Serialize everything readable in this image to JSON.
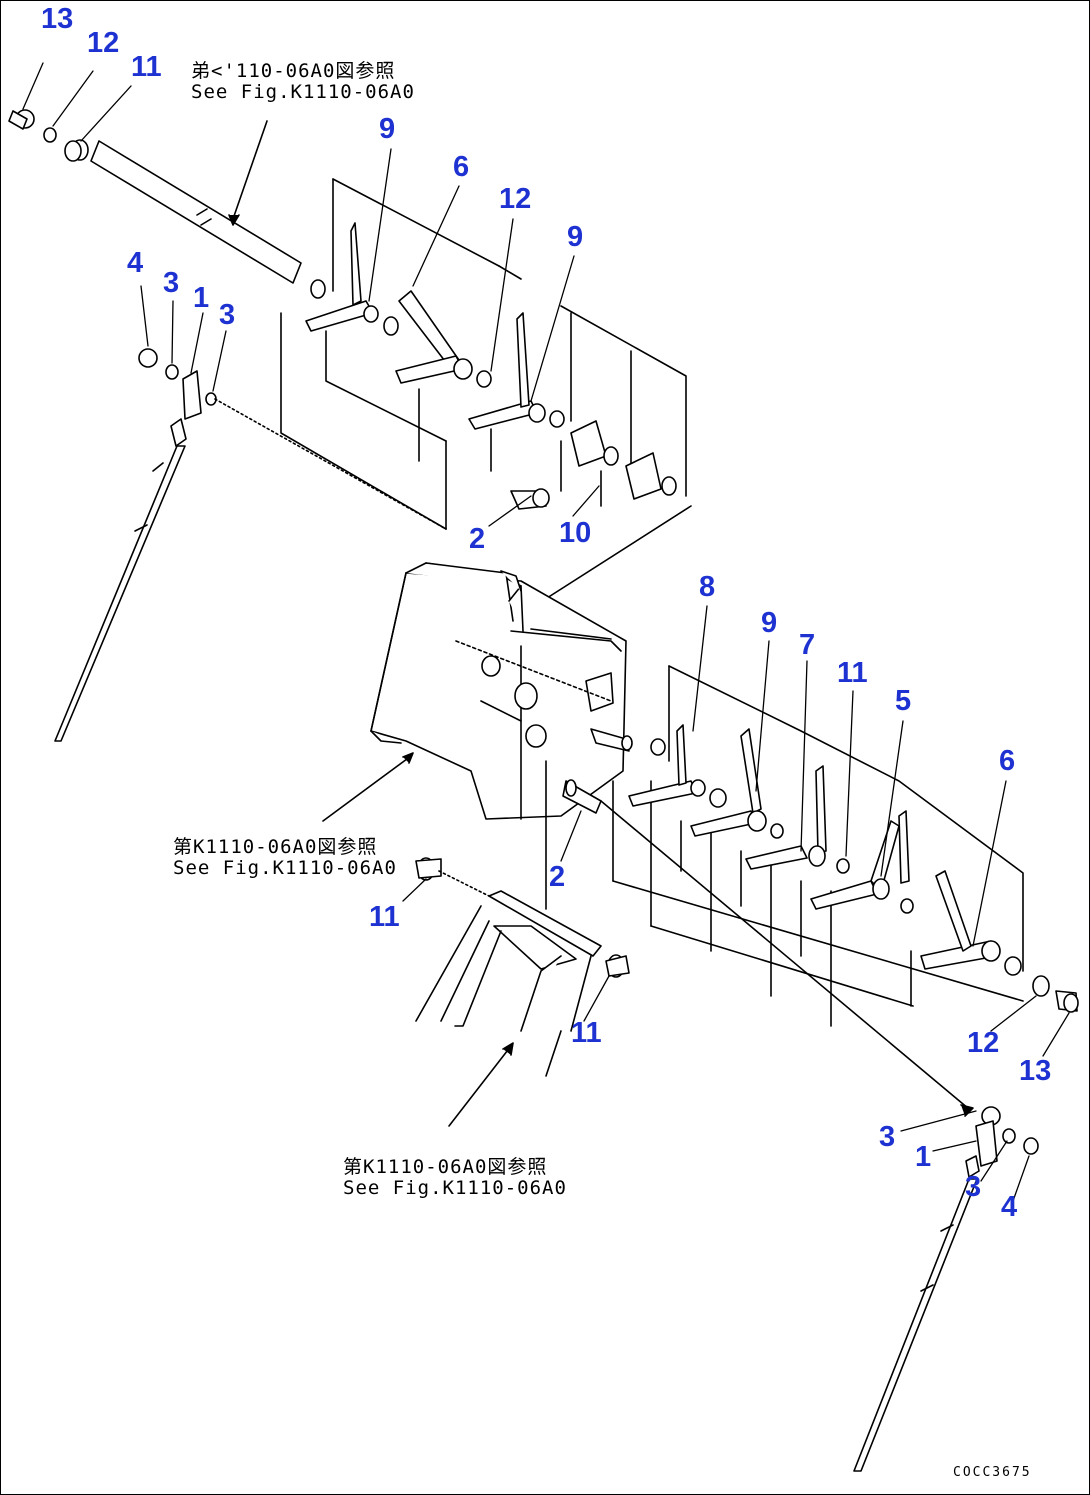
{
  "diagram": {
    "drawing_code": "COCC3675",
    "colors": {
      "callout": "#1e32d2",
      "line": "#000000",
      "background": "#ffffff"
    },
    "callouts": [
      {
        "id": "c13a",
        "text": "13"
      },
      {
        "id": "c12a",
        "text": "12"
      },
      {
        "id": "c11a",
        "text": "11"
      },
      {
        "id": "c9a",
        "text": "9"
      },
      {
        "id": "c6a",
        "text": "6"
      },
      {
        "id": "c12b",
        "text": "12"
      },
      {
        "id": "c9b",
        "text": "9"
      },
      {
        "id": "c4a",
        "text": "4"
      },
      {
        "id": "c3a",
        "text": "3"
      },
      {
        "id": "c1a",
        "text": "1"
      },
      {
        "id": "c3b",
        "text": "3"
      },
      {
        "id": "c2a",
        "text": "2"
      },
      {
        "id": "c10",
        "text": "10"
      },
      {
        "id": "c8",
        "text": "8"
      },
      {
        "id": "c9c",
        "text": "9"
      },
      {
        "id": "c7",
        "text": "7"
      },
      {
        "id": "c11b",
        "text": "11"
      },
      {
        "id": "c5",
        "text": "5"
      },
      {
        "id": "c6b",
        "text": "6"
      },
      {
        "id": "c2b",
        "text": "2"
      },
      {
        "id": "c11c",
        "text": "11"
      },
      {
        "id": "c11d",
        "text": "11"
      },
      {
        "id": "c12c",
        "text": "12"
      },
      {
        "id": "c13b",
        "text": "13"
      },
      {
        "id": "c3c",
        "text": "3"
      },
      {
        "id": "c1b",
        "text": "1"
      },
      {
        "id": "c3d",
        "text": "3"
      },
      {
        "id": "c4b",
        "text": "4"
      }
    ],
    "references": [
      {
        "id": "ref_top",
        "jp": "弟<'110-06A0図参照",
        "en": "See Fig.K1110-06A0"
      },
      {
        "id": "ref_mid",
        "jp": "第K1110-06A0図参照",
        "en": "See Fig.K1110-06A0"
      },
      {
        "id": "ref_bot",
        "jp": "第K1110-06A0図参照",
        "en": "See Fig.K1110-06A0"
      }
    ]
  }
}
